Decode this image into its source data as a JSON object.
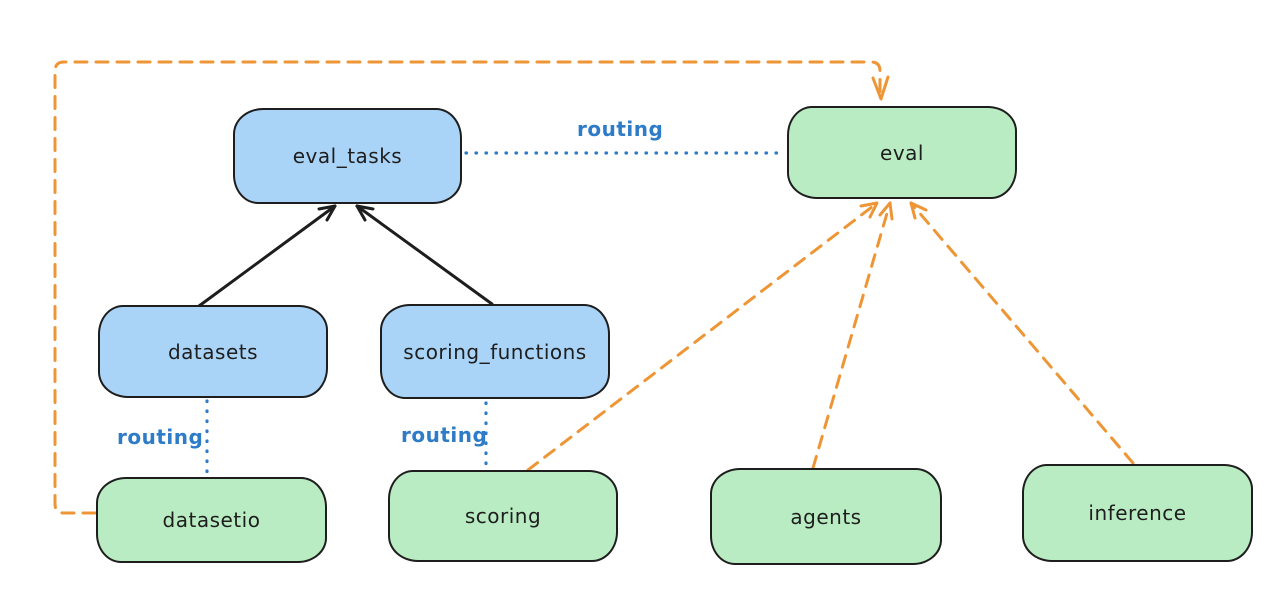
{
  "diagram": {
    "kind": "architecture-diagram",
    "nodes": {
      "eval_tasks": {
        "label": "eval_tasks",
        "role": "api"
      },
      "eval": {
        "label": "eval",
        "role": "provider"
      },
      "datasets": {
        "label": "datasets",
        "role": "api"
      },
      "scoring_functions": {
        "label": "scoring_functions",
        "role": "api"
      },
      "datasetio": {
        "label": "datasetio",
        "role": "provider"
      },
      "scoring": {
        "label": "scoring",
        "role": "provider"
      },
      "agents": {
        "label": "agents",
        "role": "provider"
      },
      "inference": {
        "label": "inference",
        "role": "provider"
      }
    },
    "edges": {
      "routing_label": "routing",
      "routing_links": [
        {
          "from": "eval_tasks",
          "to": "eval"
        },
        {
          "from": "datasets",
          "to": "datasetio"
        },
        {
          "from": "scoring_functions",
          "to": "scoring"
        }
      ],
      "solid_arrows": [
        {
          "from": "datasets",
          "to": "eval_tasks"
        },
        {
          "from": "scoring_functions",
          "to": "eval_tasks"
        }
      ],
      "dashed_arrows": [
        {
          "from": "datasetio",
          "to": "eval"
        },
        {
          "from": "scoring",
          "to": "eval"
        },
        {
          "from": "agents",
          "to": "eval"
        },
        {
          "from": "inference",
          "to": "eval"
        }
      ]
    },
    "colors": {
      "api_box_fill": "#a9d4f7",
      "provider_box_fill": "#b9ecc2",
      "box_stroke": "#1e1e1e",
      "solid_arrow": "#1e1e1e",
      "routing_blue": "#2e7bc8",
      "dashed_orange": "#ee9636",
      "background": "#ffffff"
    }
  }
}
